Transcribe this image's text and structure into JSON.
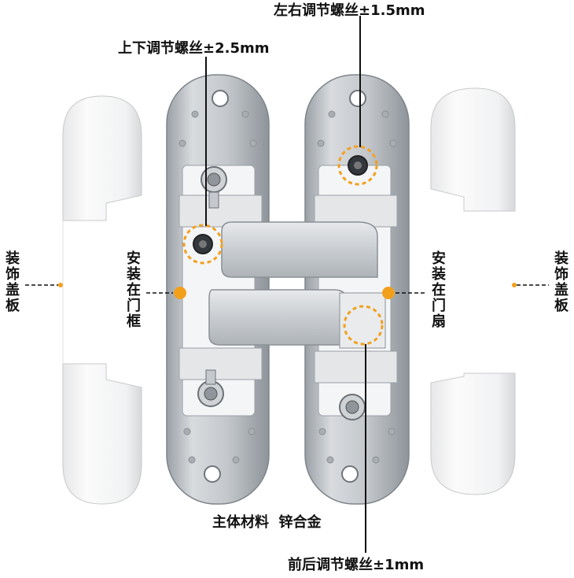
{
  "labels": {
    "lr_adjust": "左右调节螺丝±1.5mm",
    "ud_adjust": "上下调节螺丝±2.5mm",
    "fb_adjust": "前后调节螺丝±1mm",
    "material": "主体材料  锌合金",
    "cover_left": "装饰盖板",
    "cover_right": "装饰盖板",
    "frame_side": "安装在门框",
    "door_side": "安装在门扇"
  },
  "colors": {
    "accent_orange": "#f2a01c",
    "metal_light": "#d9dcdf",
    "metal_mid": "#b7bcc1",
    "metal_dark": "#8c9196",
    "cover_white": "#f7f7f7"
  }
}
